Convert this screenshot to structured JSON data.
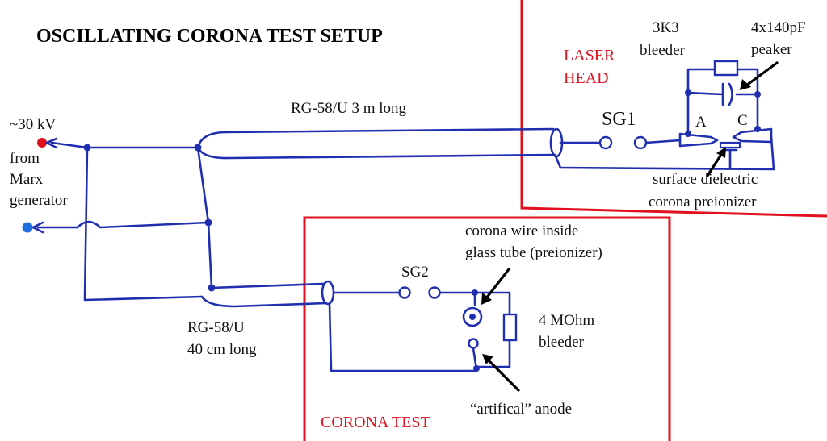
{
  "title": "OSCILLATING CORONA TEST SETUP",
  "colors": {
    "wire": "#1f2fb0",
    "box": "#e0101e",
    "hv_terminal": "#e0101e",
    "ground_terminal": "#1f6fe0"
  },
  "source": {
    "voltage": "~30 kV",
    "from": "from",
    "line2": "Marx",
    "line3": "generator"
  },
  "cables": {
    "long": "RG-58/U 3 m long",
    "short_line1": "RG-58/U",
    "short_line2": "40 cm long"
  },
  "laser_head": {
    "label_line1": "LASER",
    "label_line2": "HEAD",
    "spark_gap": "SG1",
    "bleeder_line1": "3K3",
    "bleeder_line2": "bleeder",
    "peaker_line1": "4x140pF",
    "peaker_line2": "peaker",
    "electrode_a": "A",
    "electrode_c": "C",
    "preionizer_line1": "surface dielectric",
    "preionizer_line2": "corona preionizer"
  },
  "corona_test": {
    "label": "CORONA TEST",
    "spark_gap": "SG2",
    "wire_line1": "corona wire inside",
    "wire_line2": "glass tube (preionizer)",
    "bleeder_line1": "4 MOhm",
    "bleeder_line2": "bleeder",
    "anode": "“artifical” anode"
  }
}
